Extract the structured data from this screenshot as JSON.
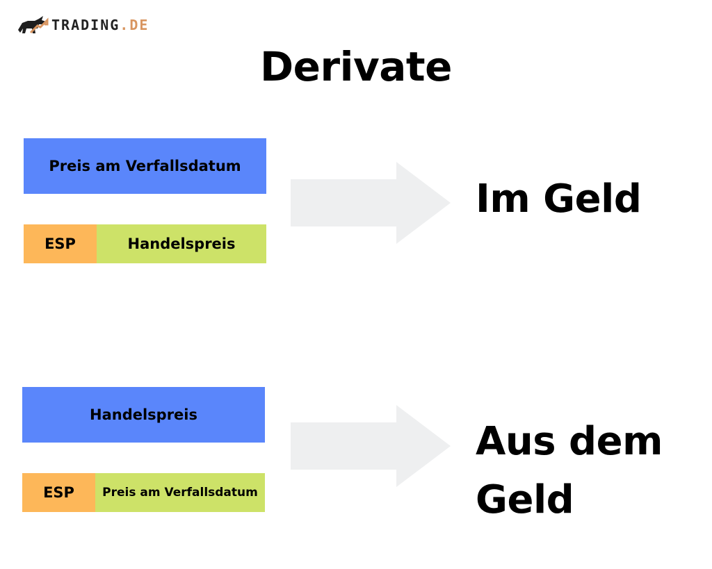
{
  "logo": {
    "icon": "bull-icon",
    "text_main": "TRADING",
    "text_suffix": ".DE",
    "accent_color": "#d89560"
  },
  "title": "Derivate",
  "colors": {
    "blue": "#5a86fb",
    "orange": "#fdb759",
    "green": "#cde268",
    "arrow": "#eeeff0"
  },
  "rows": [
    {
      "top_bar": "Preis am Verfallsdatum",
      "left_cell": "ESP",
      "right_cell": "Handelspreis",
      "arrow_icon": "arrow-right-icon",
      "result": "Im Geld"
    },
    {
      "top_bar": "Handelspreis",
      "left_cell": "ESP",
      "right_cell": "Preis am Verfallsdatum",
      "arrow_icon": "arrow-right-icon",
      "result_line1": "Aus dem",
      "result_line2": "Geld"
    }
  ]
}
